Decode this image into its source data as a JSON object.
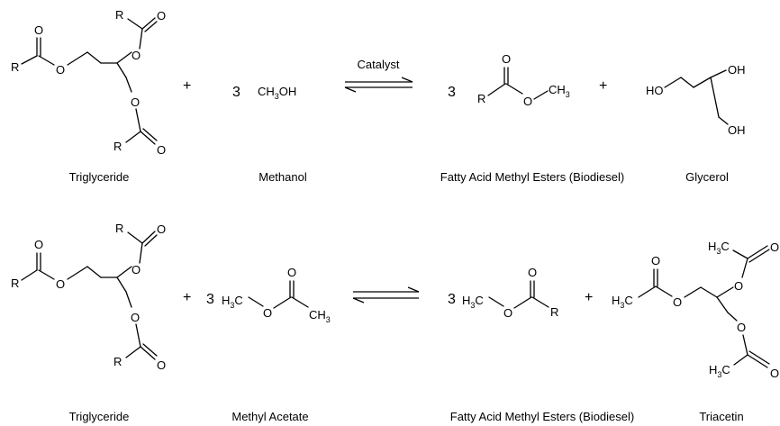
{
  "reaction1": {
    "catalyst": "Catalyst",
    "coefficient_reactant": "3",
    "coefficient_product": "3",
    "plus_1": "+",
    "plus_2": "+",
    "reactant1_label": "Triglyceride",
    "reactant2_label": "Methanol",
    "product1_label": "Fatty Acid Methyl Esters (Biodiesel)",
    "product2_label": "Glycerol",
    "methanol_formula": {
      "pre": "CH",
      "sub": "3",
      "post": "OH"
    }
  },
  "reaction2": {
    "coefficient_reactant": "3",
    "coefficient_product": "3",
    "plus_1": "+",
    "plus_2": "+",
    "reactant1_label": "Triglyceride",
    "reactant2_label": "Methyl Acetate",
    "product1_label": "Fatty Acid Methyl Esters (Biodiesel)",
    "product2_label": "Triacetin"
  },
  "atoms": {
    "R": "R",
    "O": "O",
    "HO": "HO",
    "OH": "OH",
    "CH": "CH",
    "H": "H",
    "C": "C",
    "sub3": "3"
  }
}
